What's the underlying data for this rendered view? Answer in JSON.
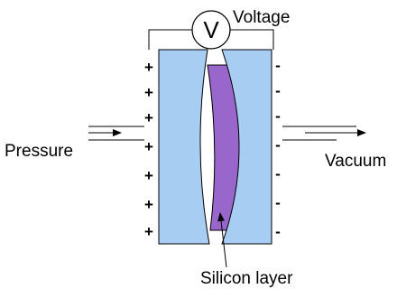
{
  "labels": {
    "voltmeter_symbol": "V",
    "voltage": "Voltage",
    "pressure": "Pressure",
    "vacuum": "Vacuum",
    "silicon_layer": "Silicon layer"
  },
  "charges": {
    "positive": [
      "+",
      "+",
      "+",
      "+",
      "+",
      "+",
      "+"
    ],
    "negative": [
      "-",
      "-",
      "-",
      "-",
      "-",
      "-",
      "-"
    ]
  },
  "colors": {
    "plate_fill": "#a7cdf2",
    "silicon_fill": "#9966cc",
    "stroke": "#000000",
    "background": "#ffffff"
  }
}
